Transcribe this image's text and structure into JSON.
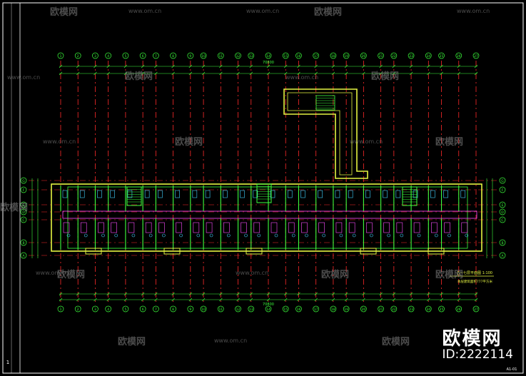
{
  "drawing": {
    "sheet_number": "1",
    "title_block_text": "A1-01",
    "plan_title": "五~七层平面图",
    "plan_scale": "1:100",
    "plan_subtitle": "本层建筑面积777平方米",
    "total_dimension": "70800",
    "grid_labels": [
      "1",
      "2",
      "3",
      "4",
      "5",
      "6",
      "7",
      "8",
      "9",
      "10",
      "11",
      "12",
      "13",
      "14",
      "15",
      "16",
      "17",
      "18",
      "19",
      "20",
      "21",
      "22",
      "23",
      "24",
      "25",
      "26",
      "27"
    ],
    "row_labels": [
      "G",
      "F",
      "E",
      "D",
      "C",
      "B",
      "A"
    ],
    "colors": {
      "background": "#000000",
      "wall": "#e6f542",
      "wall_inner": "#3cff3c",
      "axis": "#ff2a2a",
      "dimension": "#3cff3c",
      "furniture": "#ff4dff",
      "fixture": "#3fd2ff",
      "border": "#ffffff"
    }
  },
  "watermark": {
    "brand": "欧模网",
    "url": "www.om.cn"
  },
  "logo": {
    "brand": "欧模网",
    "id_text": "ID:2222114"
  }
}
